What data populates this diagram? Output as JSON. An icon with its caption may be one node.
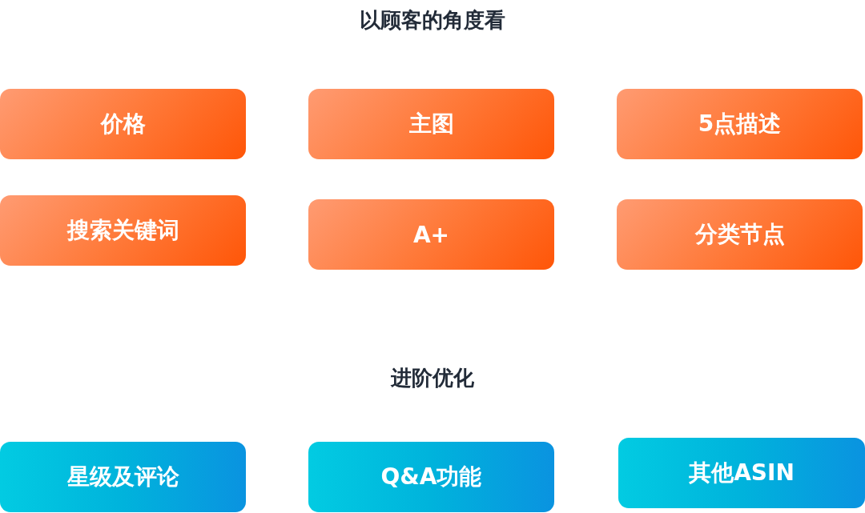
{
  "diagram": {
    "nodes": [
      {
        "text": [
          "价格"
        ]
      },
      {
        "text": [
          "主图"
        ]
      },
      {
        "text": [
          "5点描述"
        ]
      },
      {
        "text": [
          "搜索关键词"
        ]
      },
      {
        "text": [
          "A+"
        ]
      },
      {
        "text": [
          "分类节点"
        ]
      },
      {
        "text": [
          "星级及评论"
        ]
      },
      {
        "text": [
          "Q&A功能"
        ]
      },
      {
        "text": [
          "其他ASIN"
        ]
      }
    ],
    "labels": [
      "以顾客的角度看",
      "进阶优化"
    ]
  }
}
